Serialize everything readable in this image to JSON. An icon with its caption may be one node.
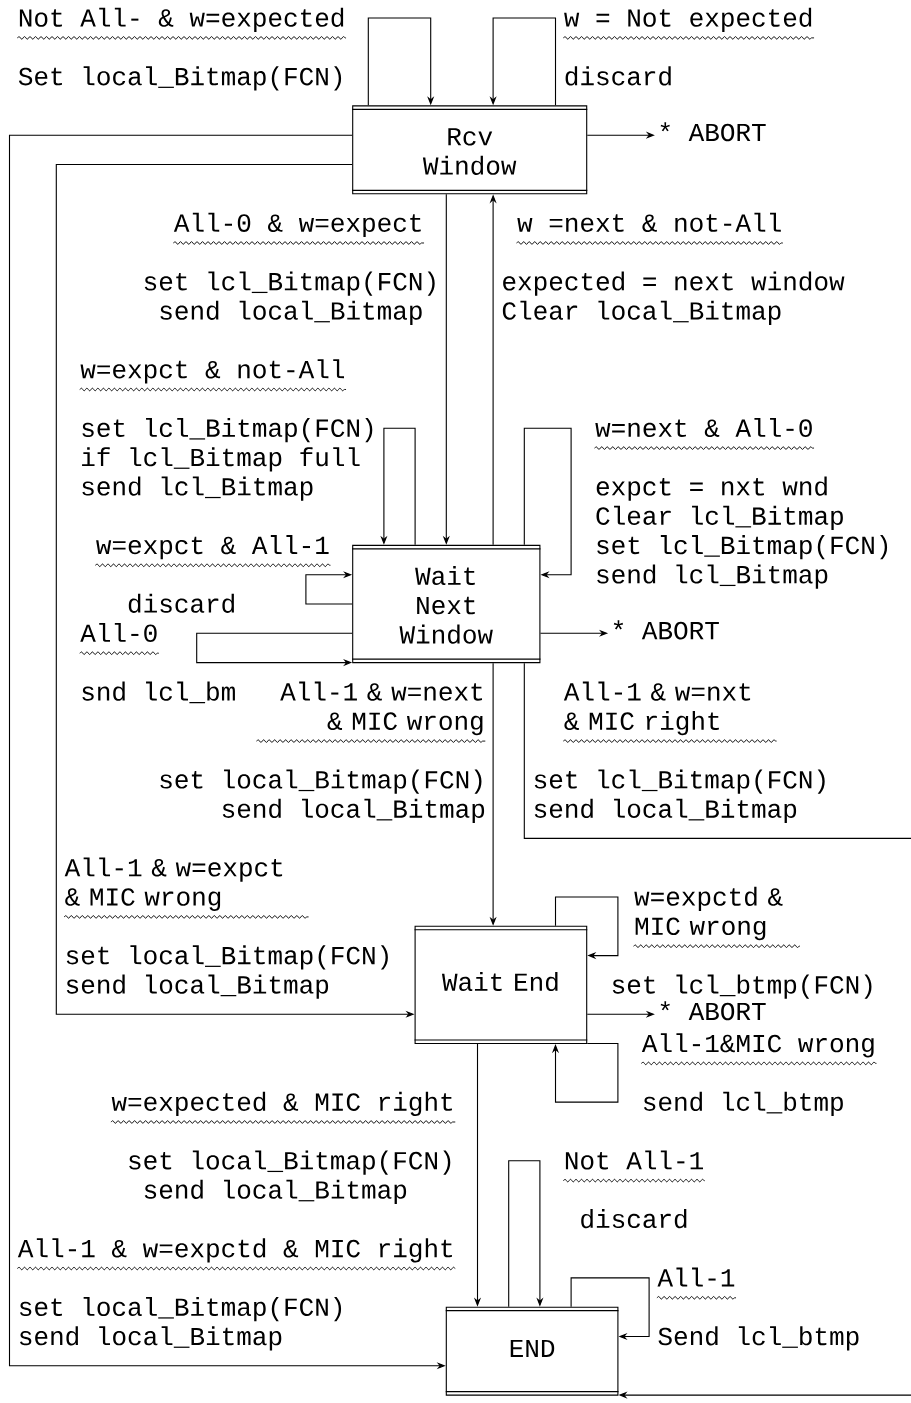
{
  "diagram": {
    "nodes": [
      {
        "text": [
          "Rcv Window"
        ]
      },
      {
        "text": [
          "* ABORT"
        ]
      },
      {
        "text": [
          "Wait Next Window"
        ]
      },
      {
        "text": [
          "* ABORT"
        ]
      },
      {
        "text": [
          "Wait End"
        ]
      },
      {
        "text": [
          "* ABORT"
        ]
      },
      {
        "text": [
          "END"
        ]
      }
    ],
    "edges": [
      {
        "from": 0,
        "to": 0,
        "arrow": "to",
        "label": "Not All- & w=expected"
      },
      {
        "from": 0,
        "to": 0,
        "arrow": "to",
        "label": "w = Not expected"
      },
      {
        "from": 0,
        "to": 1,
        "arrow": "to"
      },
      {
        "from": 0,
        "to": 2,
        "arrow": "to",
        "label": "All-0 & w=expect"
      },
      {
        "from": 2,
        "to": 0,
        "arrow": "to",
        "label": "w =next & not-All"
      },
      {
        "from": 0,
        "to": 4,
        "arrow": "to",
        "label": "All-1 & w=expct & MIC wrong"
      },
      {
        "from": 0,
        "to": 6,
        "arrow": "to",
        "label": "All-1 & w=expctd & MIC right"
      },
      {
        "from": 2,
        "to": 2,
        "arrow": "to",
        "label": "w=expct & not-All"
      },
      {
        "from": 2,
        "to": 2,
        "arrow": "to",
        "label": "w=next & All-0"
      },
      {
        "from": 2,
        "to": 2,
        "arrow": "to",
        "label": "w=expct & All-1"
      },
      {
        "from": 2,
        "to": 2,
        "arrow": "to",
        "label": "All-0"
      },
      {
        "from": 2,
        "to": 3,
        "arrow": "to"
      },
      {
        "from": 2,
        "to": 4,
        "arrow": "to",
        "label": "All-1 & w=next & MIC wrong"
      },
      {
        "from": 2,
        "to": 6,
        "arrow": "to",
        "label": "All-1 & w=nxt & MIC right"
      },
      {
        "from": 4,
        "to": 4,
        "arrow": "to",
        "label": "w=expctd & MIC wrong"
      },
      {
        "from": 4,
        "to": 5,
        "arrow": "to"
      },
      {
        "from": 4,
        "to": 4,
        "arrow": "to",
        "label": "All-1&MIC wrong"
      },
      {
        "from": 4,
        "to": 6,
        "arrow": "to",
        "label": "w=expected & MIC right"
      },
      {
        "from": 6,
        "to": 6,
        "arrow": "to",
        "label": "Not All-1"
      },
      {
        "from": 6,
        "to": 6,
        "arrow": "to",
        "label": "All-1"
      }
    ],
    "labels": [
      "Set local_Bitmap(FCN)",
      "discard",
      "set lcl_Bitmap(FCN)",
      "expected = next window",
      "send local_Bitmap",
      "Clear local_Bitmap",
      "set lcl_Bitmap(FCN)",
      "if lcl_Bitmap full",
      "send lcl_Bitmap",
      "expct = nxt wnd",
      "Clear lcl_Bitmap",
      "set lcl_Bitmap(FCN)",
      "send lcl_Bitmap",
      "discard",
      "snd lcl_bm",
      "set local_Bitmap(FCN)",
      "set lcl_Bitmap(FCN)",
      "send local_Bitmap",
      "send local_Bitmap",
      "set local_Bitmap(FCN)",
      "send local_Bitmap",
      "set lcl_btmp(FCN)",
      "send lcl_btmp",
      "set local_Bitmap(FCN)",
      "send local_Bitmap",
      "discard",
      "set local_Bitmap(FCN)",
      "send local_Bitmap",
      "Send lcl_btmp"
    ]
  }
}
